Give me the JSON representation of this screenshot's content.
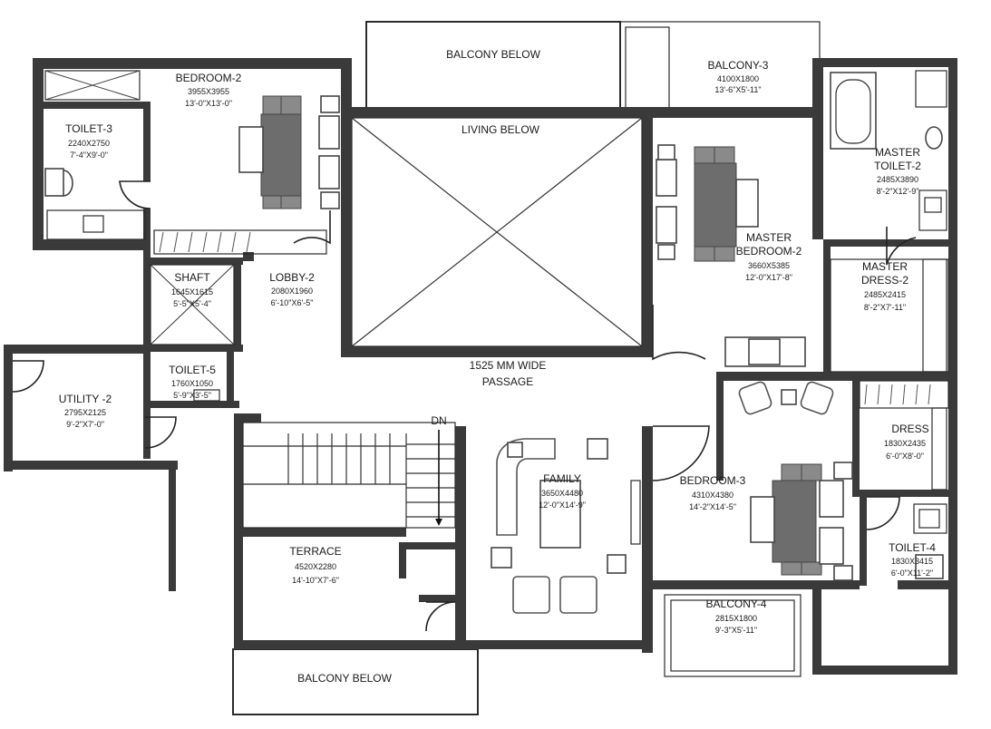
{
  "rooms": {
    "balcony_below_top": {
      "name": "BALCONY BELOW"
    },
    "balcony_3": {
      "name": "BALCONY-3",
      "mm": "4100X1800",
      "ft": "13'-6\"X5'-11\""
    },
    "bedroom_2": {
      "name": "BEDROOM-2",
      "mm": "3955X3955",
      "ft": "13'-0\"X13'-0\""
    },
    "toilet_3": {
      "name": "TOILET-3",
      "mm": "2240X2750",
      "ft": "7'-4\"X9'-0\""
    },
    "living_below": {
      "name": "LIVING BELOW"
    },
    "master_toilet_2": {
      "name_line1": "MASTER",
      "name_line2": "TOILET-2",
      "mm": "2485X3890",
      "ft": "8'-2\"X12'-9\""
    },
    "master_bedroom_2": {
      "name_line1": "MASTER",
      "name_line2": "BEDROOM-2",
      "mm": "3660X5385",
      "ft": "12'-0\"X17'-8\""
    },
    "master_dress_2": {
      "name_line1": "MASTER",
      "name_line2": "DRESS-2",
      "mm": "2485X2415",
      "ft": "8'-2\"X7'-11\""
    },
    "shaft": {
      "name": "SHAFT",
      "mm": "1645X1615",
      "ft": "5'-5\"X5'-4\""
    },
    "lobby_2": {
      "name": "LOBBY-2",
      "mm": "2080X1960",
      "ft": "6'-10\"X6'-5\""
    },
    "passage": {
      "line1": "1525 MM WIDE",
      "line2": "PASSAGE"
    },
    "toilet_5": {
      "name": "TOILET-5",
      "mm": "1760X1050",
      "ft": "5'-9\"X3'-5\""
    },
    "utility_2": {
      "name": "UTILITY -2",
      "mm": "2795X2125",
      "ft": "9'-2\"X7'-0\""
    },
    "dn": {
      "label": "DN"
    },
    "family": {
      "name": "FAMILY",
      "mm": "3650X4480",
      "ft": "12'-0\"X14'-9\""
    },
    "dress": {
      "name": "DRESS",
      "mm": "1830X2435",
      "ft": "6'-0\"X8'-0\""
    },
    "bedroom_3": {
      "name": "BEDROOM-3",
      "mm": "4310X4380",
      "ft": "14'-2\"X14'-5\""
    },
    "toilet_4": {
      "name": "TOILET-4",
      "mm": "1830X3415",
      "ft": "6'-0\"X11'-2\""
    },
    "terrace": {
      "name": "TERRACE",
      "mm": "4520X2280",
      "ft": "14'-10\"X7'-6\""
    },
    "balcony_4": {
      "name": "BALCONY-4",
      "mm": "2815X1800",
      "ft": "9'-3\"X5'-11\""
    },
    "balcony_below_bottom": {
      "name": "BALCONY  BELOW"
    }
  }
}
